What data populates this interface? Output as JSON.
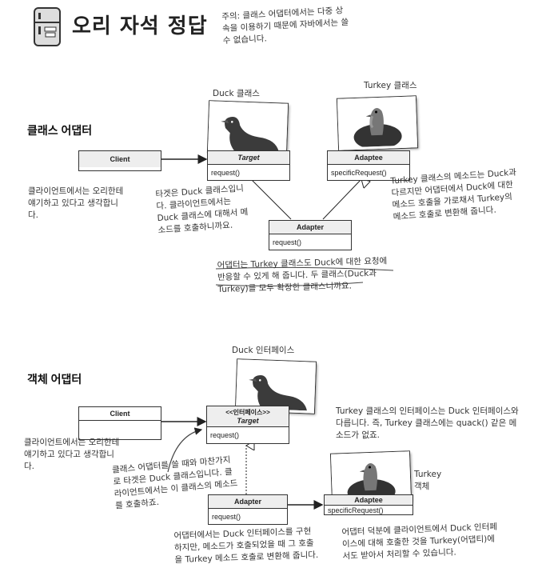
{
  "header": {
    "title": "오리 자석 정답",
    "note": "주의: 클래스 어댑터에서는 다중 상속을 이용하기 때문에 자바에서는 쓸 수 없습니다."
  },
  "class_adapter": {
    "section_title": "클래스 어댑터",
    "duck_caption": "Duck 클래스",
    "turkey_caption": "Turkey 클래스",
    "client_label": "Client",
    "target_label": "Target",
    "target_method": "request()",
    "adaptee_label": "Adaptee",
    "adaptee_method": "specificRequest()",
    "adapter_label": "Adapter",
    "adapter_method": "request()",
    "note_client": "클라이언트에서는 오리한테 얘기하고 있다고 생각합니다.",
    "note_target": "타겟은 Duck 클래스입니다. 클라이언트에서는 Duck 클래스에 대해서 메소드를 호출하니까요.",
    "note_turkey": "Turkey 클래스의 메소드는 Duck과 다르지만 어댑터에서 Duck에 대한 메소드 호출을 가로채서 Turkey의 메소드 호출로 변환해 줍니다.",
    "note_adapter": "어댑터는 Turkey 클래스도 Duck에 대한 요청에 반응할 수 있게 해 줍니다. 두 클래스(Duck과 Turkey)를 모두 확장한 클래스니까요."
  },
  "object_adapter": {
    "section_title": "객체 어댑터",
    "duck_caption": "Duck 인터페이스",
    "client_label": "Client",
    "stereotype": "<<인터페이스>>",
    "target_label": "Target",
    "target_method": "request()",
    "adapter_label": "Adapter",
    "adapter_method": "request()",
    "adaptee_label": "Adaptee",
    "adaptee_method": "specificRequest()",
    "turkey_object_line1": "Turkey",
    "turkey_object_line2": "객체",
    "note_client": "클라이언트에서는 오리한테 얘기하고 있다고 생각합니다.",
    "note_target": "클래스 어댑터를 쓸 때와 마찬가지로 타겟은 Duck 클래스입니다. 클라이언트에서는 이 클래스의 메소드를 호출하죠.",
    "note_interface": "Turkey 클래스의 인터페이스는 Duck 인터페이스와 다릅니다. 즉, Turkey 클래스에는 quack() 같은 메소드가 없죠.",
    "note_adapter": "어댑터에서는 Duck 인터페이스를 구현하지만, 메소드가 호출되었을 때 그 호출을 Turkey 메소드 호출로 변환해 줍니다.",
    "note_adaptee": "어댑터 덕분에 클라이언트에서 Duck 인터페이스에 대해 호출한 것을 Turkey(어댑티)에서도 받아서 처리할 수 있습니다."
  }
}
